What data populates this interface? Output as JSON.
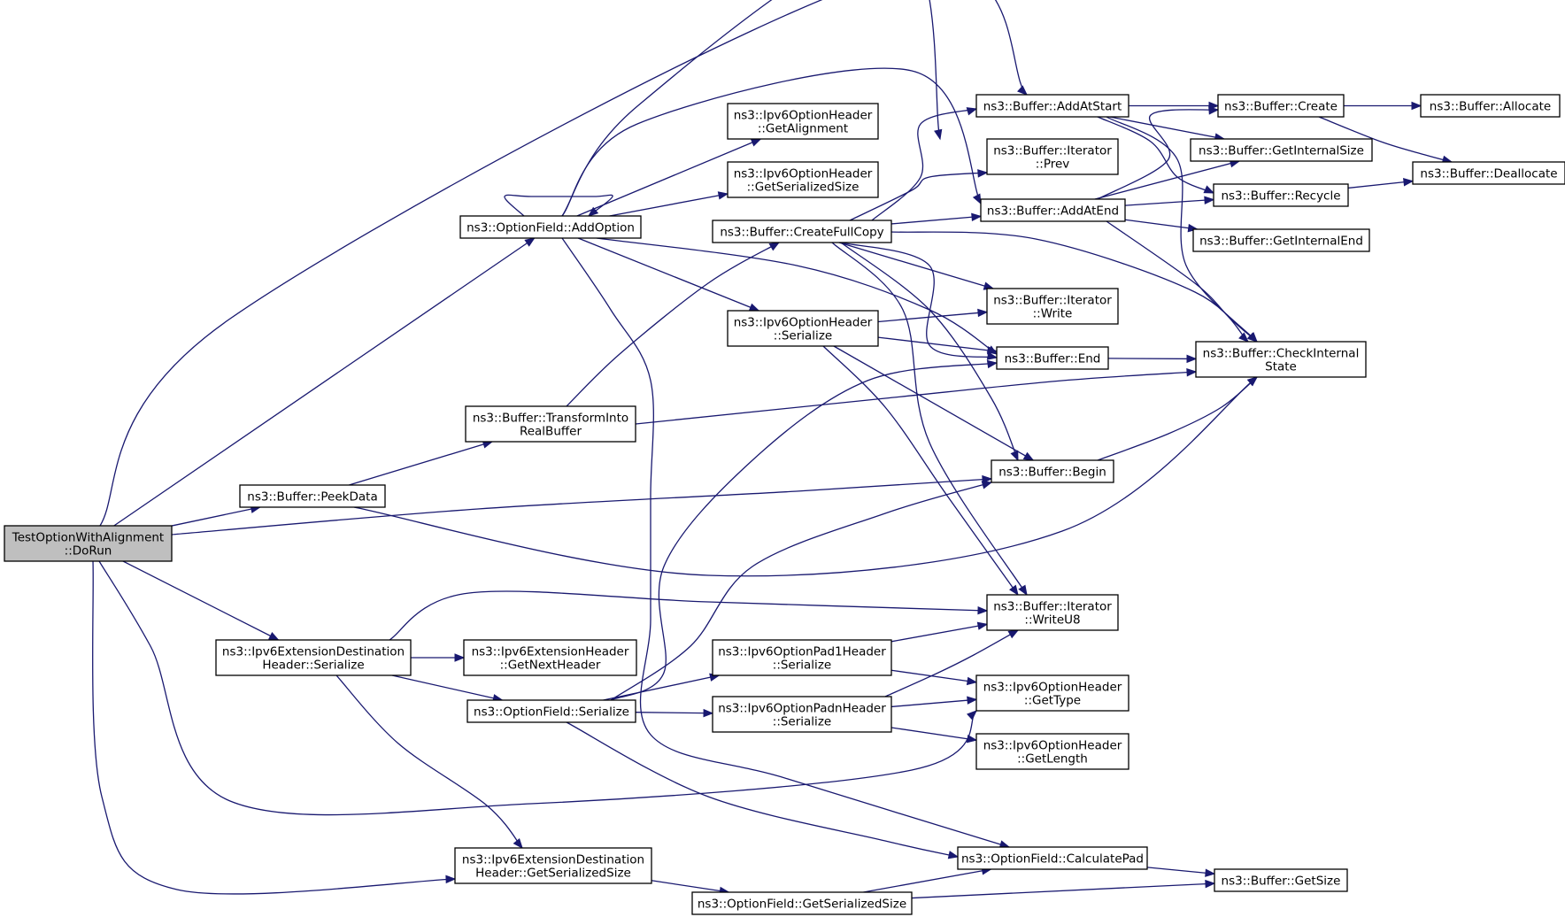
{
  "diagram": {
    "nodes": [
      {
        "id": "dorun",
        "lines": [
          "TestOptionWithAlignment",
          "::DoRun"
        ],
        "root": true
      },
      {
        "id": "addopt",
        "lines": [
          "ns3::OptionField::AddOption"
        ]
      },
      {
        "id": "getalign",
        "lines": [
          "ns3::Ipv6OptionHeader",
          "::GetAlignment"
        ]
      },
      {
        "id": "getsersize",
        "lines": [
          "ns3::Ipv6OptionHeader",
          "::GetSerializedSize"
        ]
      },
      {
        "id": "createfull",
        "lines": [
          "ns3::Buffer::CreateFullCopy"
        ]
      },
      {
        "id": "ipv6optser",
        "lines": [
          "ns3::Ipv6OptionHeader",
          "::Serialize"
        ]
      },
      {
        "id": "transform",
        "lines": [
          "ns3::Buffer::TransformInto",
          "RealBuffer"
        ]
      },
      {
        "id": "peekdata",
        "lines": [
          "ns3::Buffer::PeekData"
        ]
      },
      {
        "id": "extdestser",
        "lines": [
          "ns3::Ipv6ExtensionDestination",
          "Header::Serialize"
        ]
      },
      {
        "id": "getnexthdr",
        "lines": [
          "ns3::Ipv6ExtensionHeader",
          "::GetNextHeader"
        ]
      },
      {
        "id": "optfieldser",
        "lines": [
          "ns3::OptionField::Serialize"
        ]
      },
      {
        "id": "pad1ser",
        "lines": [
          "ns3::Ipv6OptionPad1Header",
          "::Serialize"
        ]
      },
      {
        "id": "padnser",
        "lines": [
          "ns3::Ipv6OptionPadnHeader",
          "::Serialize"
        ]
      },
      {
        "id": "extdestsize",
        "lines": [
          "ns3::Ipv6ExtensionDestination",
          "Header::GetSerializedSize"
        ]
      },
      {
        "id": "optfieldsize",
        "lines": [
          "ns3::OptionField::GetSerializedSize"
        ]
      },
      {
        "id": "addatstart",
        "lines": [
          "ns3::Buffer::AddAtStart"
        ]
      },
      {
        "id": "iterprev",
        "lines": [
          "ns3::Buffer::Iterator",
          "::Prev"
        ]
      },
      {
        "id": "addatend",
        "lines": [
          "ns3::Buffer::AddAtEnd"
        ]
      },
      {
        "id": "iterwrite",
        "lines": [
          "ns3::Buffer::Iterator",
          "::Write"
        ]
      },
      {
        "id": "bufend",
        "lines": [
          "ns3::Buffer::End"
        ]
      },
      {
        "id": "bufbegin",
        "lines": [
          "ns3::Buffer::Begin"
        ]
      },
      {
        "id": "writeu8",
        "lines": [
          "ns3::Buffer::Iterator",
          "::WriteU8"
        ]
      },
      {
        "id": "gettype",
        "lines": [
          "ns3::Ipv6OptionHeader",
          "::GetType"
        ]
      },
      {
        "id": "getlength",
        "lines": [
          "ns3::Ipv6OptionHeader",
          "::GetLength"
        ]
      },
      {
        "id": "calcpad",
        "lines": [
          "ns3::OptionField::CalculatePad"
        ]
      },
      {
        "id": "bufcreate",
        "lines": [
          "ns3::Buffer::Create"
        ]
      },
      {
        "id": "getintsize",
        "lines": [
          "ns3::Buffer::GetInternalSize"
        ]
      },
      {
        "id": "recycle",
        "lines": [
          "ns3::Buffer::Recycle"
        ]
      },
      {
        "id": "getintend",
        "lines": [
          "ns3::Buffer::GetInternalEnd"
        ]
      },
      {
        "id": "checkint",
        "lines": [
          "ns3::Buffer::CheckInternal",
          "State"
        ]
      },
      {
        "id": "getsize",
        "lines": [
          "ns3::Buffer::GetSize"
        ]
      },
      {
        "id": "allocate",
        "lines": [
          "ns3::Buffer::Allocate"
        ]
      },
      {
        "id": "dealloc",
        "lines": [
          "ns3::Buffer::Deallocate"
        ]
      }
    ],
    "edges": [
      [
        "dorun",
        "addatstart"
      ],
      [
        "dorun",
        "addopt"
      ],
      [
        "dorun",
        "peekdata"
      ],
      [
        "dorun",
        "bufbegin"
      ],
      [
        "dorun",
        "extdestser"
      ],
      [
        "dorun",
        "gettype"
      ],
      [
        "dorun",
        "extdestsize"
      ],
      [
        "addopt",
        "addopt"
      ],
      [
        "addopt",
        "iterprev"
      ],
      [
        "addopt",
        "addatend"
      ],
      [
        "addopt",
        "getalign"
      ],
      [
        "addopt",
        "getsersize"
      ],
      [
        "addopt",
        "ipv6optser"
      ],
      [
        "addopt",
        "bufend"
      ],
      [
        "addopt",
        "calcpad"
      ],
      [
        "createfull",
        "addatstart"
      ],
      [
        "createfull",
        "iterprev"
      ],
      [
        "createfull",
        "addatend"
      ],
      [
        "createfull",
        "iterwrite"
      ],
      [
        "createfull",
        "bufend"
      ],
      [
        "createfull",
        "bufbegin"
      ],
      [
        "createfull",
        "writeu8"
      ],
      [
        "createfull",
        "checkint"
      ],
      [
        "ipv6optser",
        "iterwrite"
      ],
      [
        "ipv6optser",
        "bufend"
      ],
      [
        "ipv6optser",
        "bufbegin"
      ],
      [
        "ipv6optser",
        "writeu8"
      ],
      [
        "transform",
        "createfull"
      ],
      [
        "transform",
        "checkint"
      ],
      [
        "peekdata",
        "transform"
      ],
      [
        "peekdata",
        "checkint"
      ],
      [
        "extdestser",
        "writeu8"
      ],
      [
        "extdestser",
        "getnexthdr"
      ],
      [
        "extdestser",
        "optfieldser"
      ],
      [
        "extdestser",
        "extdestsize"
      ],
      [
        "optfieldser",
        "bufend"
      ],
      [
        "optfieldser",
        "bufbegin"
      ],
      [
        "optfieldser",
        "pad1ser"
      ],
      [
        "optfieldser",
        "padnser"
      ],
      [
        "optfieldser",
        "calcpad"
      ],
      [
        "pad1ser",
        "writeu8"
      ],
      [
        "pad1ser",
        "gettype"
      ],
      [
        "padnser",
        "writeu8"
      ],
      [
        "padnser",
        "gettype"
      ],
      [
        "padnser",
        "getlength"
      ],
      [
        "extdestsize",
        "optfieldsize"
      ],
      [
        "optfieldsize",
        "calcpad"
      ],
      [
        "optfieldsize",
        "getsize"
      ],
      [
        "addatstart",
        "bufcreate"
      ],
      [
        "addatstart",
        "getintsize"
      ],
      [
        "addatstart",
        "recycle"
      ],
      [
        "addatstart",
        "checkint"
      ],
      [
        "addatend",
        "bufcreate"
      ],
      [
        "addatend",
        "getintsize"
      ],
      [
        "addatend",
        "recycle"
      ],
      [
        "addatend",
        "getintend"
      ],
      [
        "addatend",
        "checkint"
      ],
      [
        "bufend",
        "checkint"
      ],
      [
        "bufbegin",
        "checkint"
      ],
      [
        "calcpad",
        "getsize"
      ],
      [
        "bufcreate",
        "allocate"
      ],
      [
        "bufcreate",
        "dealloc"
      ],
      [
        "recycle",
        "dealloc"
      ]
    ]
  }
}
